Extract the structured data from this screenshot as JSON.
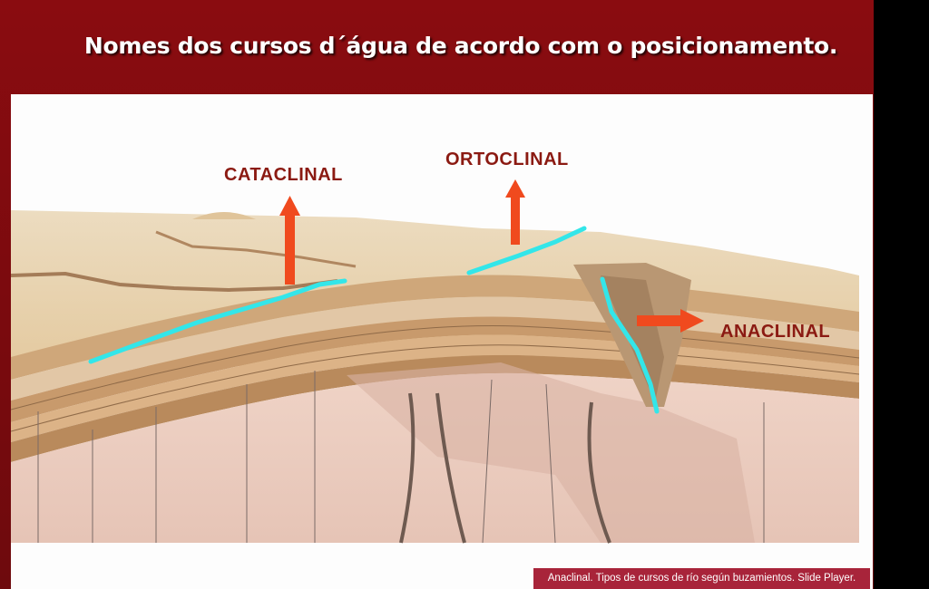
{
  "slide": {
    "title": "Nomes dos cursos d´água de acordo com o posicionamento.",
    "caption": "Anaclinal. Tipos de cursos de río según buzamientos. Slide Player."
  },
  "diagram": {
    "labels": {
      "cataclinal": "CATACLINAL",
      "ortoclinal": "ORTOCLINAL",
      "anaclinal": "ANACLINAL"
    },
    "arrow_directions": {
      "cataclinal": "up",
      "ortoclinal": "up",
      "anaclinal": "right"
    }
  },
  "colors": {
    "slide_background": "#7f0b0f",
    "label_text": "#8b1a12",
    "arrow": "#f04a1e",
    "river": "#33e6e9",
    "caption_background": "#a8243a"
  }
}
